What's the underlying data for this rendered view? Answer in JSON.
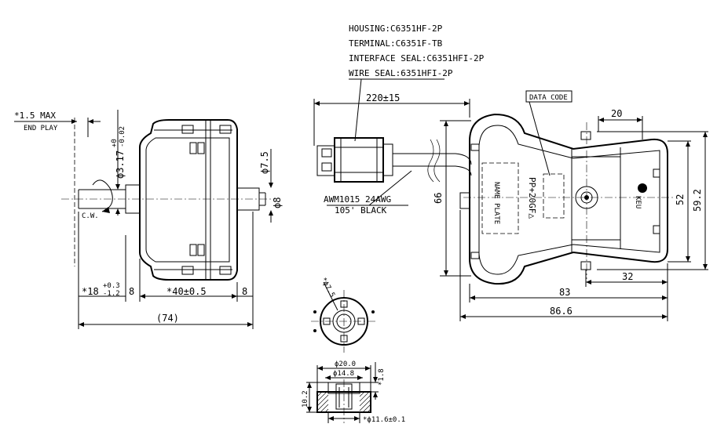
{
  "labels": {
    "housing": "HOUSING:C6351HF-2P",
    "terminal": "TERMINAL:C6351F-TB",
    "interface_seal": "INTERFACE SEAL:C6351HFI-2P",
    "wire_seal": "WIRE SEAL:6351HFI-2P",
    "wire_spec_1": "AWM1015 24AWG",
    "wire_spec_2": "105' BLACK",
    "data_code": "DATA CODE",
    "name_plate": "NAME PLATE",
    "material": "PP+20GF△",
    "logo": "KEU",
    "end_play": "END PLAY",
    "rotation": "C.W."
  },
  "dimensions": {
    "end_play_max": "*1.5 MAX",
    "shaft_dia": "ϕ3.17",
    "shaft_dia_tol_upper": "+0",
    "shaft_dia_tol_lower": "-0.02",
    "boss_dia": "ϕ7.5",
    "hub_dia": "ϕ8",
    "shaft_len": "*18",
    "shaft_len_tol_upper": "+0.3",
    "shaft_len_tol_lower": "-1.2",
    "gap_left": "8",
    "body_len": "*40±0.5",
    "gap_right": "8",
    "overall_len": "(74)",
    "wire_len": "220±15",
    "front_offset": "20",
    "height_66": "66",
    "height_52": "52",
    "height_59_2": "59.2",
    "bottom_32": "32",
    "width_83": "83",
    "width_86_6": "86.6",
    "bush_dia_top": "*ϕ7.5",
    "grommet_dia_20": "ϕ20.0",
    "grommet_dia_14_8": "ϕ14.8",
    "grommet_h_10_2": "10.2",
    "grommet_h_1_8": "*1.8",
    "grommet_dia_11_6": "*ϕ11.6±0.1"
  }
}
